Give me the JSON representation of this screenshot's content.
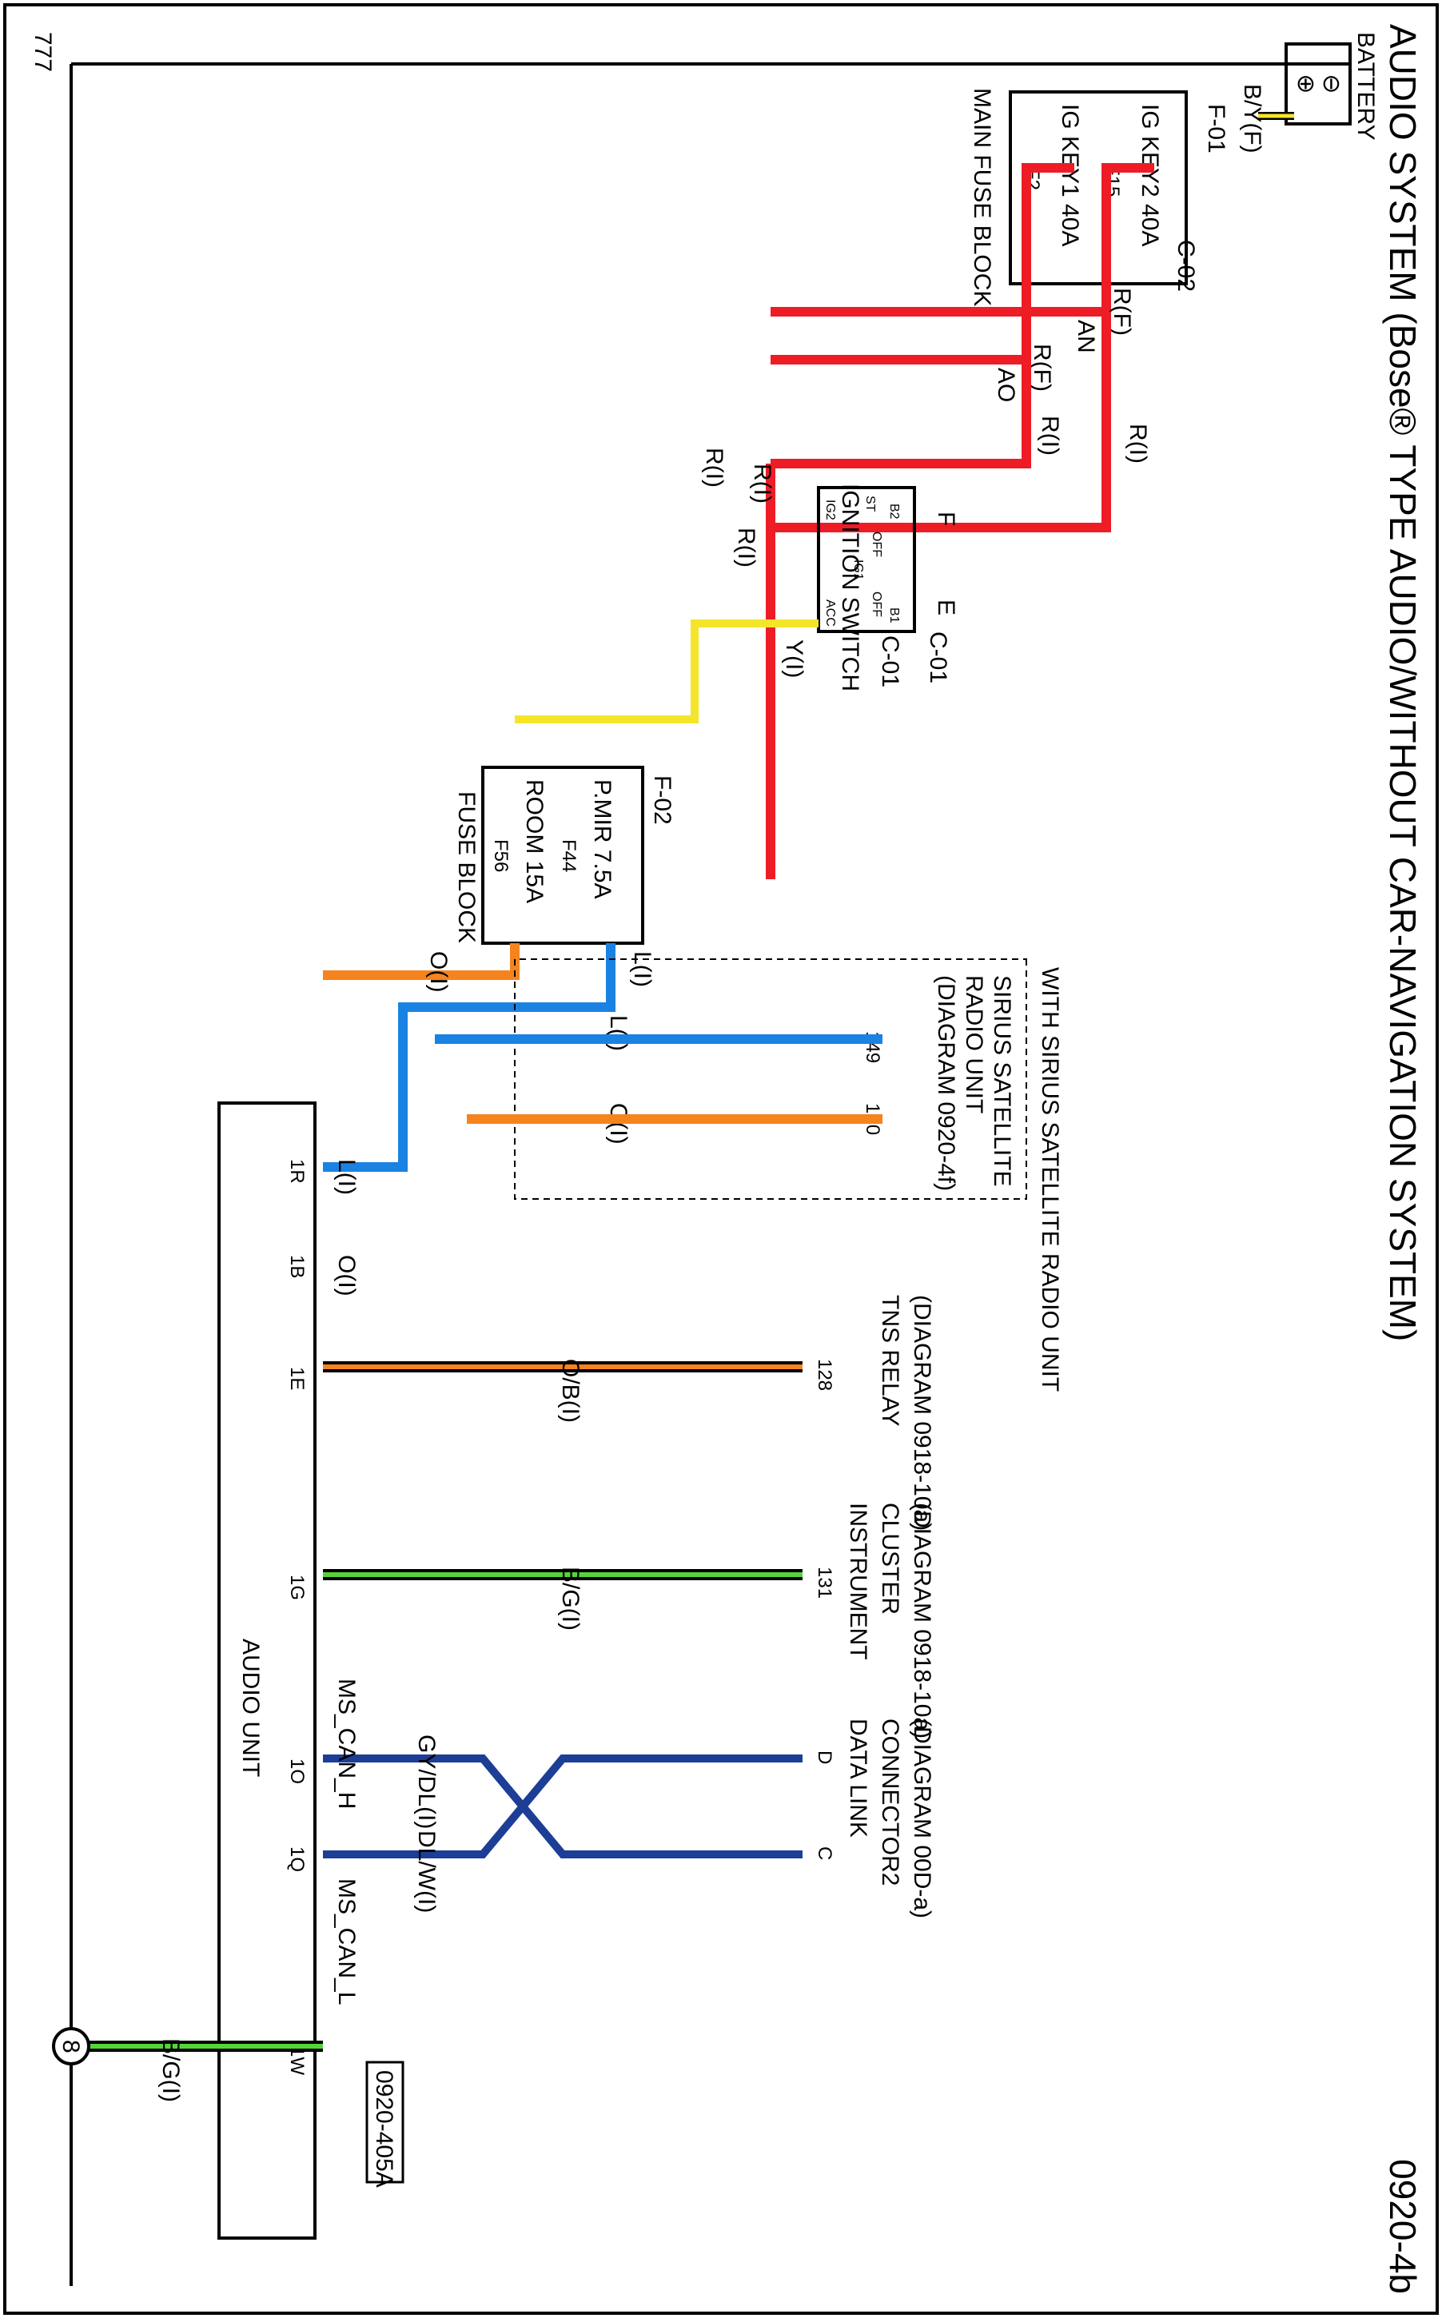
{
  "title": "AUDIO SYSTEM (Bose® TYPE AUDIO/WITHOUT CAR-NAVIGATION SYSTEM)",
  "page_code": "0920-4b",
  "diagram_ref": "0920-405A",
  "colors": {
    "red": "#ee1c25",
    "yellow": "#f5e52a",
    "blue": "#1a82e2",
    "orange": "#f5841f",
    "green": "#55d43a",
    "navy": "#1c3e96",
    "black": "#000000"
  },
  "battery": {
    "label": "BATTERY",
    "minus": "⊖",
    "plus": "⊕"
  },
  "ground_symbol": "777",
  "main_fuse_block": {
    "name": "MAIN FUSE BLOCK",
    "connector": "F-01",
    "fuses": [
      {
        "label": "IG KEY2 40A",
        "id": "F15"
      },
      {
        "label": "IG KEY1 40A",
        "id": "F2"
      }
    ]
  },
  "connector_c02": {
    "name": "C-02",
    "pins": [
      "AN",
      "AO"
    ]
  },
  "ignition_switch": {
    "name": "IGNITION SWITCH",
    "connectors": [
      "C-01",
      "C-01"
    ],
    "pins": [
      "F",
      "E"
    ],
    "labels": [
      "B2",
      "B1",
      "ST",
      "IG2",
      "IG1",
      "ACC",
      "OFF",
      "OFF"
    ]
  },
  "fuse_block_f02": {
    "name": "FUSE BLOCK",
    "connector": "F-02",
    "fuses": [
      {
        "label": "P.MIR 7.5A",
        "id": "F44"
      },
      {
        "label": "ROOM 15A",
        "id": "F56"
      }
    ]
  },
  "sirius": {
    "box_label": "WITH SIRIUS SATELLITE RADIO UNIT",
    "unit_lines": [
      "SIRIUS SATELLITE",
      "RADIO UNIT",
      "(DIAGRAM 0920-4f)"
    ],
    "pins": [
      "149",
      "150"
    ],
    "wires": [
      "L(I)",
      "O(I)"
    ]
  },
  "audio_unit": {
    "name": "AUDIO UNIT",
    "pins": [
      "1R",
      "1B",
      "1E",
      "1G",
      "1O",
      "1Q",
      "1W"
    ]
  },
  "tns_relay": {
    "lines": [
      "TNS RELAY",
      "(DIAGRAM 0918-10a)"
    ],
    "pin": "128"
  },
  "instrument_cluster": {
    "lines": [
      "INSTRUMENT",
      "CLUSTER",
      "(DIAGRAM 0918-10a)"
    ],
    "pin": "131"
  },
  "data_link_connector": {
    "lines": [
      "DATA LINK",
      "CONNECTOR2",
      "(DIAGRAM 00D-a)"
    ],
    "pins": [
      "D",
      "C"
    ]
  },
  "ms_can": {
    "h_label": "MS_CAN_H",
    "l_label": "MS_CAN_L"
  },
  "ground_node": "8",
  "wire_labels": {
    "battery_lead": "B/Y(F)",
    "key2_to_c02": "R(F)",
    "key1_to_c02": "R(F)",
    "c02_an_out": "R(I)",
    "c02_ao_out": "R(I)",
    "junction_left": "R(I)",
    "junction_down": "R(I)",
    "room_feed": "R(I)",
    "acc_out": "Y(I)",
    "pmir_out": "L(I)",
    "room_out": "O(I)",
    "audio_1r": "L(I)",
    "audio_1b": "O(I)",
    "audio_1e": "O/B(I)",
    "audio_1g": "B/G(I)",
    "audio_1o": "GY/DL(I)",
    "audio_1q": "DL/W(I)",
    "audio_1w": "B/G(I)"
  }
}
